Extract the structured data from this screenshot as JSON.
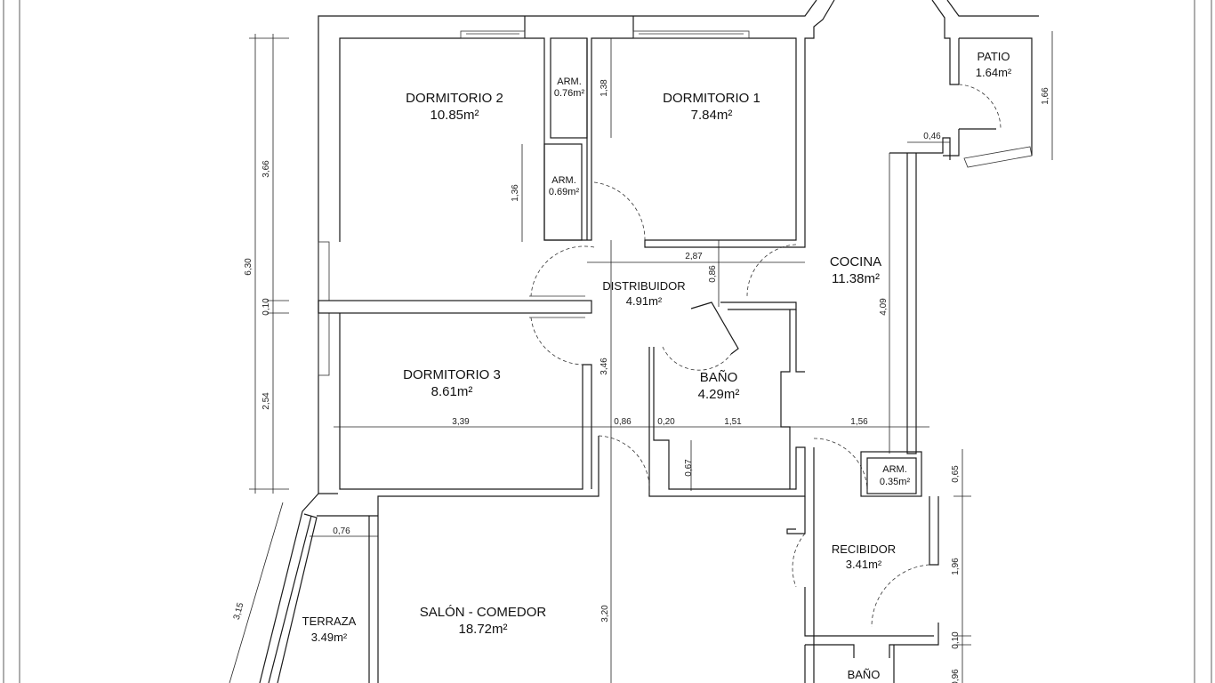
{
  "rooms": [
    {
      "name": "DORMITORIO 2",
      "area": "10.85m²"
    },
    {
      "name": "DORMITORIO 1",
      "area": "7.84m²"
    },
    {
      "name": "PATIO",
      "area": "1.64m²"
    },
    {
      "name": "COCINA",
      "area": "11.38m²"
    },
    {
      "name": "DISTRIBUIDOR",
      "area": "4.91m²"
    },
    {
      "name": "DORMITORIO 3",
      "area": "8.61m²"
    },
    {
      "name": "BAÑO",
      "area": "4.29m²"
    },
    {
      "name": "RECIBIDOR",
      "area": "3.41m²"
    },
    {
      "name": "SALÓN - COMEDOR",
      "area": "18.72m²"
    },
    {
      "name": "TERRAZA",
      "area": "3.49m²"
    },
    {
      "name": "BAÑO"
    }
  ],
  "closets": [
    {
      "name": "ARM.",
      "area": "0.76m²"
    },
    {
      "name": "ARM.",
      "area": "0.69m²"
    },
    {
      "name": "ARM.",
      "area": "0.35m²"
    }
  ],
  "dimensions": {
    "total_left": "6,30",
    "dorm2_height": "3,66",
    "wall_left": "0,10",
    "dorm3_height": "2,54",
    "arm1_height": "1,38",
    "arm2_height": "1,36",
    "distrib_width": "2,87",
    "distrib_gap": "0,86",
    "patio_height": "1,66",
    "patio_door": "0,46",
    "cocina_height": "4,09",
    "distrib_height": "3,46",
    "dorm3_width": "3,39",
    "hall_width": "0,86",
    "bano_wall": "0,20",
    "bano_width": "1,51",
    "recibidor_width": "1,56",
    "bano_step": "0,67",
    "arm3_height": "0,65",
    "terraza_width": "0,76",
    "terraza_length": "3,15",
    "salon_height": "3,20",
    "recibidor_height": "1,96",
    "wall_right": "0,10",
    "bano2_height": "0,96"
  }
}
